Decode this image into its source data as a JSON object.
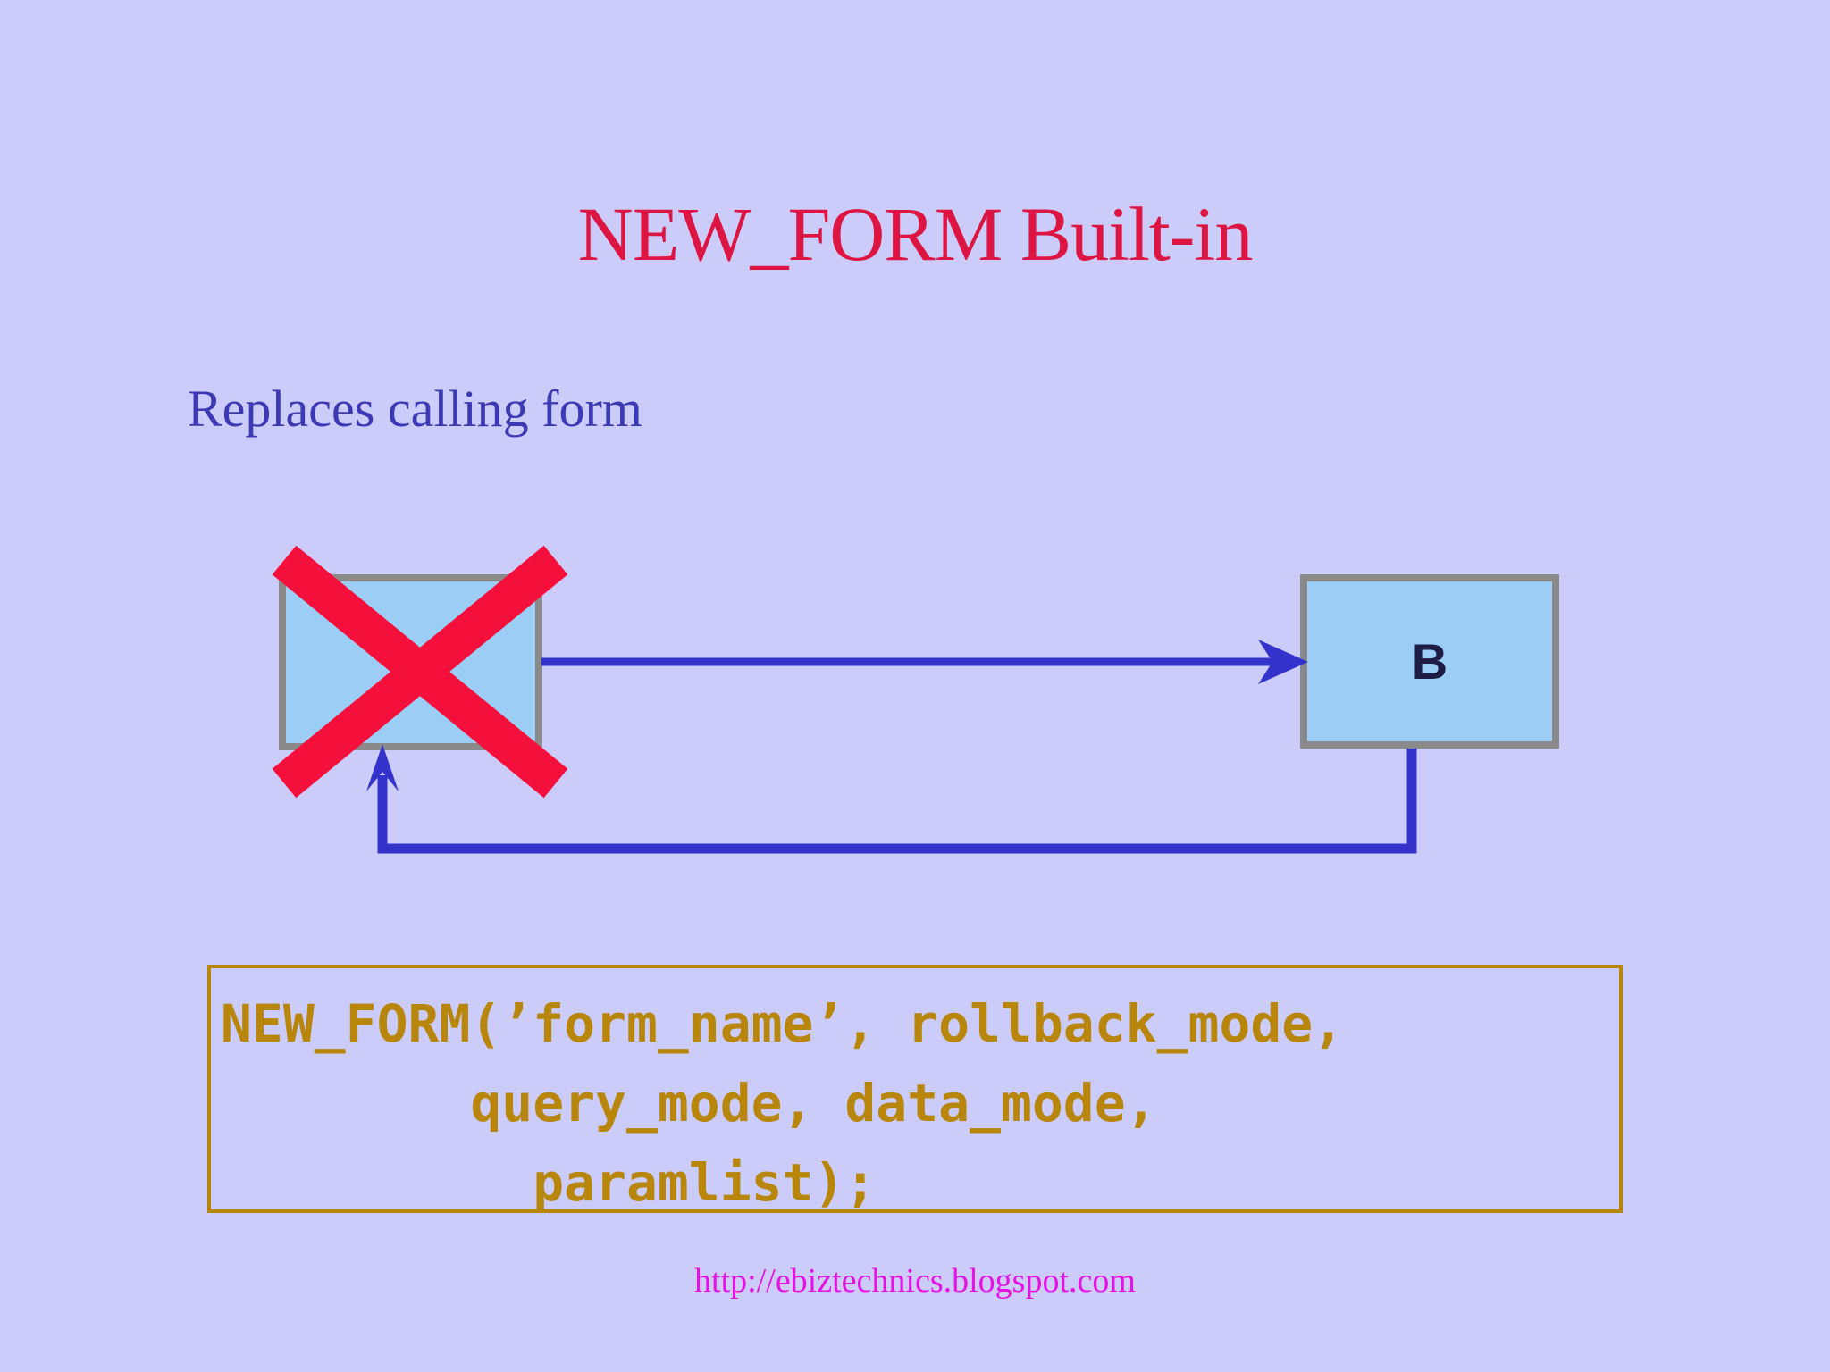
{
  "slide": {
    "title": "NEW_FORM Built-in",
    "subtitle": "Replaces calling form",
    "footer_url": "http://ebiztechnics.blogspot.com"
  },
  "diagram": {
    "called_form_label": "B",
    "calling_form_label": "",
    "calling_form_crossed_out": true
  },
  "code": {
    "lines": [
      "NEW_FORM(’form_name’, rollback_mode,",
      "        query_mode, data_mode,",
      "          paramlist);"
    ]
  },
  "colors": {
    "background": "#ccccfa",
    "title": "#dd1543",
    "subtitle": "#3d39b4",
    "box_fill": "#9bcdf5",
    "box_border": "#8a8a8a",
    "box_label": "#1e1b45",
    "arrow": "#3333cc",
    "cross": "#f5103c",
    "code": "#b8860b",
    "footer": "#e511e5"
  }
}
